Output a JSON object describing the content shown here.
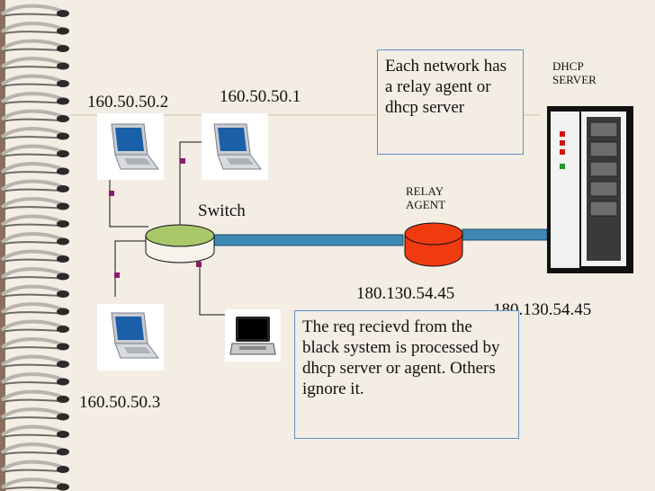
{
  "diagram": {
    "nodes": {
      "laptop_top_left": {
        "ip": "160.50.50.2",
        "icon": "laptop-icon"
      },
      "laptop_top_mid": {
        "ip": "160.50.50.1",
        "icon": "laptop-icon"
      },
      "laptop_bottom_left": {
        "ip": "160.50.50.3",
        "icon": "laptop-icon"
      },
      "laptop_black": {
        "icon": "black-laptop-icon"
      },
      "switch": {
        "label": "Switch"
      },
      "relay_agent": {
        "label": "RELAY\nAGENT",
        "ip": "180.130.54.45"
      },
      "dhcp_server": {
        "label": "DHCP\nSERVER",
        "ip": "180.130.54.45",
        "icon": "server-tower-icon"
      }
    },
    "callouts": {
      "top": "Each network has a relay agent or dhcp server",
      "bottom": "The req recievd from the black system is processed by dhcp server or agent. Others ignore it."
    },
    "colors": {
      "switch": "#a8c86a",
      "relay_agent": "#f03a10",
      "link": "#3e89b4",
      "callout_border": "#5f8fc5",
      "background": "#f3ede4",
      "binding": "#8b6f5e"
    }
  }
}
